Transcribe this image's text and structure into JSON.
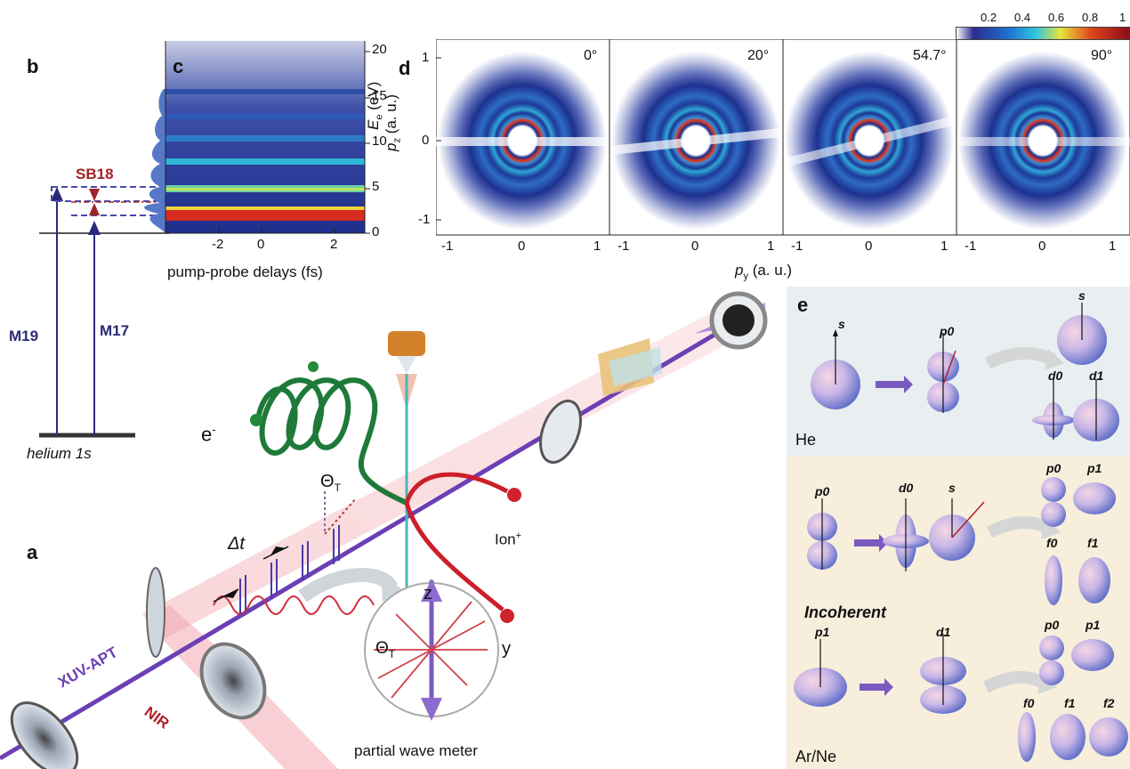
{
  "panels": {
    "a": "a",
    "b": "b",
    "c": "c",
    "d": "d",
    "e": "e"
  },
  "energy_diagram": {
    "sb_label": "SB18",
    "m19_label": "M19",
    "m17_label": "M17",
    "ground_label": "helium 1s"
  },
  "spectrogram": {
    "xlabel": "pump-probe delays (fs)",
    "ylabel_main": "E",
    "ylabel_sub": "e",
    "ylabel_unit": " (eV)",
    "x_ticks": [
      "-2",
      "0",
      "2"
    ],
    "y_ticks": [
      "0",
      "5",
      "10",
      "15",
      "20"
    ]
  },
  "momentum_maps": {
    "ylabel_main": "p",
    "ylabel_sub": "z",
    "ylabel_unit": " (a. u.)",
    "xlabel_main": "p",
    "xlabel_sub": "y",
    "xlabel_unit": " (a. u.)",
    "y_ticks": [
      "1",
      "0",
      "-1"
    ],
    "x_ticks": [
      "-1",
      "0",
      "1"
    ],
    "angles": [
      "0°",
      "20°",
      "54.7°",
      "90°"
    ],
    "colorbar_ticks": [
      "0.2",
      "0.4",
      "0.6",
      "0.8",
      "1"
    ]
  },
  "setup": {
    "electron_label": "e",
    "electron_sup": "-",
    "ion_label": "Ion",
    "ion_sup": "+",
    "theta_label": "Θ",
    "theta_sub": "T",
    "delay_label": "Δt",
    "xuv_label": "XUV-APT",
    "nir_label": "NIR",
    "z_label": "z",
    "y_label": "y",
    "meter_label": "partial wave meter"
  },
  "orbitals": {
    "he_label": "He",
    "arne_label": "Ar/Ne",
    "incoherent_label": "Incoherent",
    "he_row": [
      "s",
      "p0",
      "s",
      "d0",
      "d1"
    ],
    "arne_row1": [
      "p0",
      "d0",
      "s",
      "p0",
      "p1",
      "f0",
      "f1"
    ],
    "arne_row2": [
      "p1",
      "d1",
      "p0",
      "p1",
      "f0",
      "f1",
      "f2"
    ]
  }
}
